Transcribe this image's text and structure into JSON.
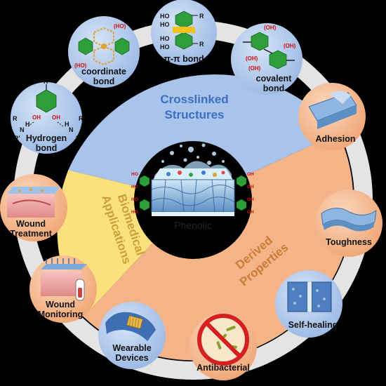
{
  "center": {
    "label": "Phenolic"
  },
  "segments": [
    {
      "id": "crosslinked",
      "line1": "Crosslinked",
      "line2": "Structures",
      "fill": "#a9c4ea",
      "text_color": "#3c6fc2"
    },
    {
      "id": "biomedical",
      "line1": "Biomedical",
      "line2": "Applications",
      "fill": "#fbe07e",
      "text_color": "#c8a238"
    },
    {
      "id": "derived",
      "line1": "Derived",
      "line2": "Properties",
      "fill": "#f5b488",
      "text_color": "#cc7a3a"
    }
  ],
  "nodes": [
    {
      "id": "hydrogen-bond",
      "lines": [
        "Hydrogen",
        "bond"
      ],
      "icon": "hydrogen-bond-icon"
    },
    {
      "id": "coordinate-bond",
      "lines": [
        "coordinate",
        "bond"
      ],
      "icon": "coordinate-bond-icon"
    },
    {
      "id": "pi-pi-bond",
      "lines": [
        "π-π bond"
      ],
      "icon": "pi-pi-bond-icon"
    },
    {
      "id": "covalent-bond",
      "lines": [
        "covalent",
        "bond"
      ],
      "icon": "covalent-bond-icon"
    },
    {
      "id": "adhesion",
      "lines": [
        "Adhesion"
      ],
      "icon": "adhesion-icon"
    },
    {
      "id": "toughness",
      "lines": [
        "Toughness"
      ],
      "icon": "toughness-icon"
    },
    {
      "id": "self-healing",
      "lines": [
        "Self-healing"
      ],
      "icon": "self-healing-icon"
    },
    {
      "id": "antibacterial",
      "lines": [
        "Antibacterial"
      ],
      "icon": "antibacterial-icon"
    },
    {
      "id": "wearable-devices",
      "lines": [
        "Wearable",
        "Devices"
      ],
      "icon": "wearable-device-icon"
    },
    {
      "id": "wound-monitoring",
      "lines": [
        "Wound",
        "Monitoring"
      ],
      "icon": "wound-monitoring-icon"
    },
    {
      "id": "wound-treatment",
      "lines": [
        "Wound",
        "Treatment"
      ],
      "icon": "wound-treatment-icon"
    }
  ],
  "colors": {
    "background": "#000000",
    "ring": "#e4e4e4",
    "chem_node": "#a9c4ea",
    "blue_node": "#a9c4ea",
    "orange_node": "#f5b488",
    "yellow_node": "#fbe07e",
    "benzene": "#2e9e3a",
    "chem_red": "#d01010"
  }
}
